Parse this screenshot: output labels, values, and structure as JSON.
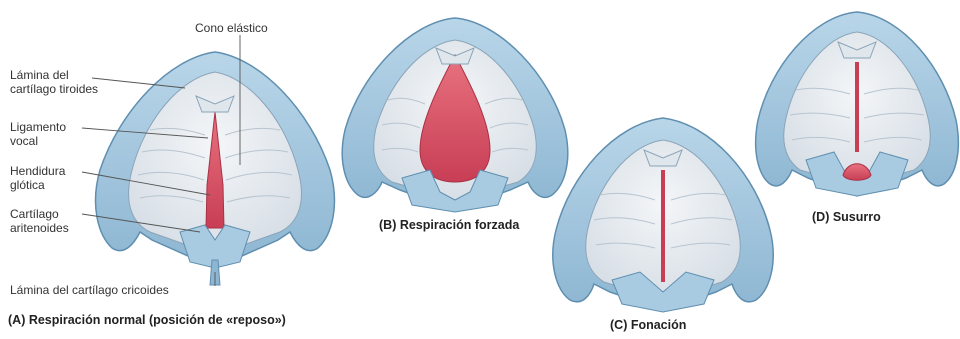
{
  "figure": {
    "labels": {
      "cono_elastico": "Cono elástico",
      "lamina_tiroides_1": "Lámina del",
      "lamina_tiroides_2": "cartílago tiroides",
      "ligamento_1": "Ligamento",
      "ligamento_2": "vocal",
      "hendidura_1": "Hendidura",
      "hendidura_2": "glótica",
      "aritenoides_1": "Cartílago",
      "aritenoides_2": "aritenoides",
      "cricoides": "Lámina del cartílago cricoides"
    },
    "captions": {
      "a": "(A) Respiración normal (posición de «reposo»)",
      "b": "(B) Respiración forzada",
      "c": "(C) Fonación",
      "d": "(D) Susurro"
    },
    "colors": {
      "cartilage": "#9cc3dc",
      "cartilage_dark": "#5f8fb0",
      "tissue": "#e3e8ee",
      "glottis": "#d94f63"
    }
  }
}
